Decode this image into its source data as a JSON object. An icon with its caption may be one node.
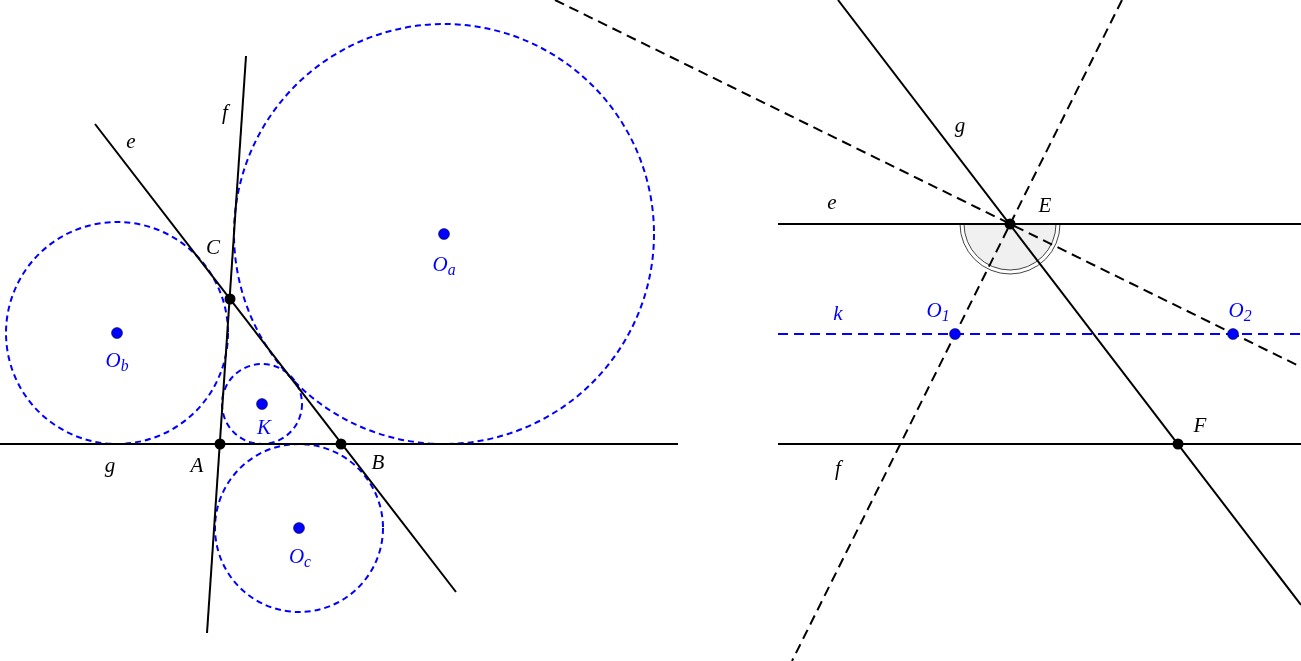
{
  "diagram": {
    "labels": [
      "f",
      "e",
      "g",
      "e",
      "E",
      "C",
      "O$_{1}$",
      "O$_{2}$",
      "k",
      "O$_{a}$",
      "O$_{b}$",
      "F",
      "K",
      "g",
      "A",
      "B",
      "f",
      "O$_{c}$"
    ]
  }
}
